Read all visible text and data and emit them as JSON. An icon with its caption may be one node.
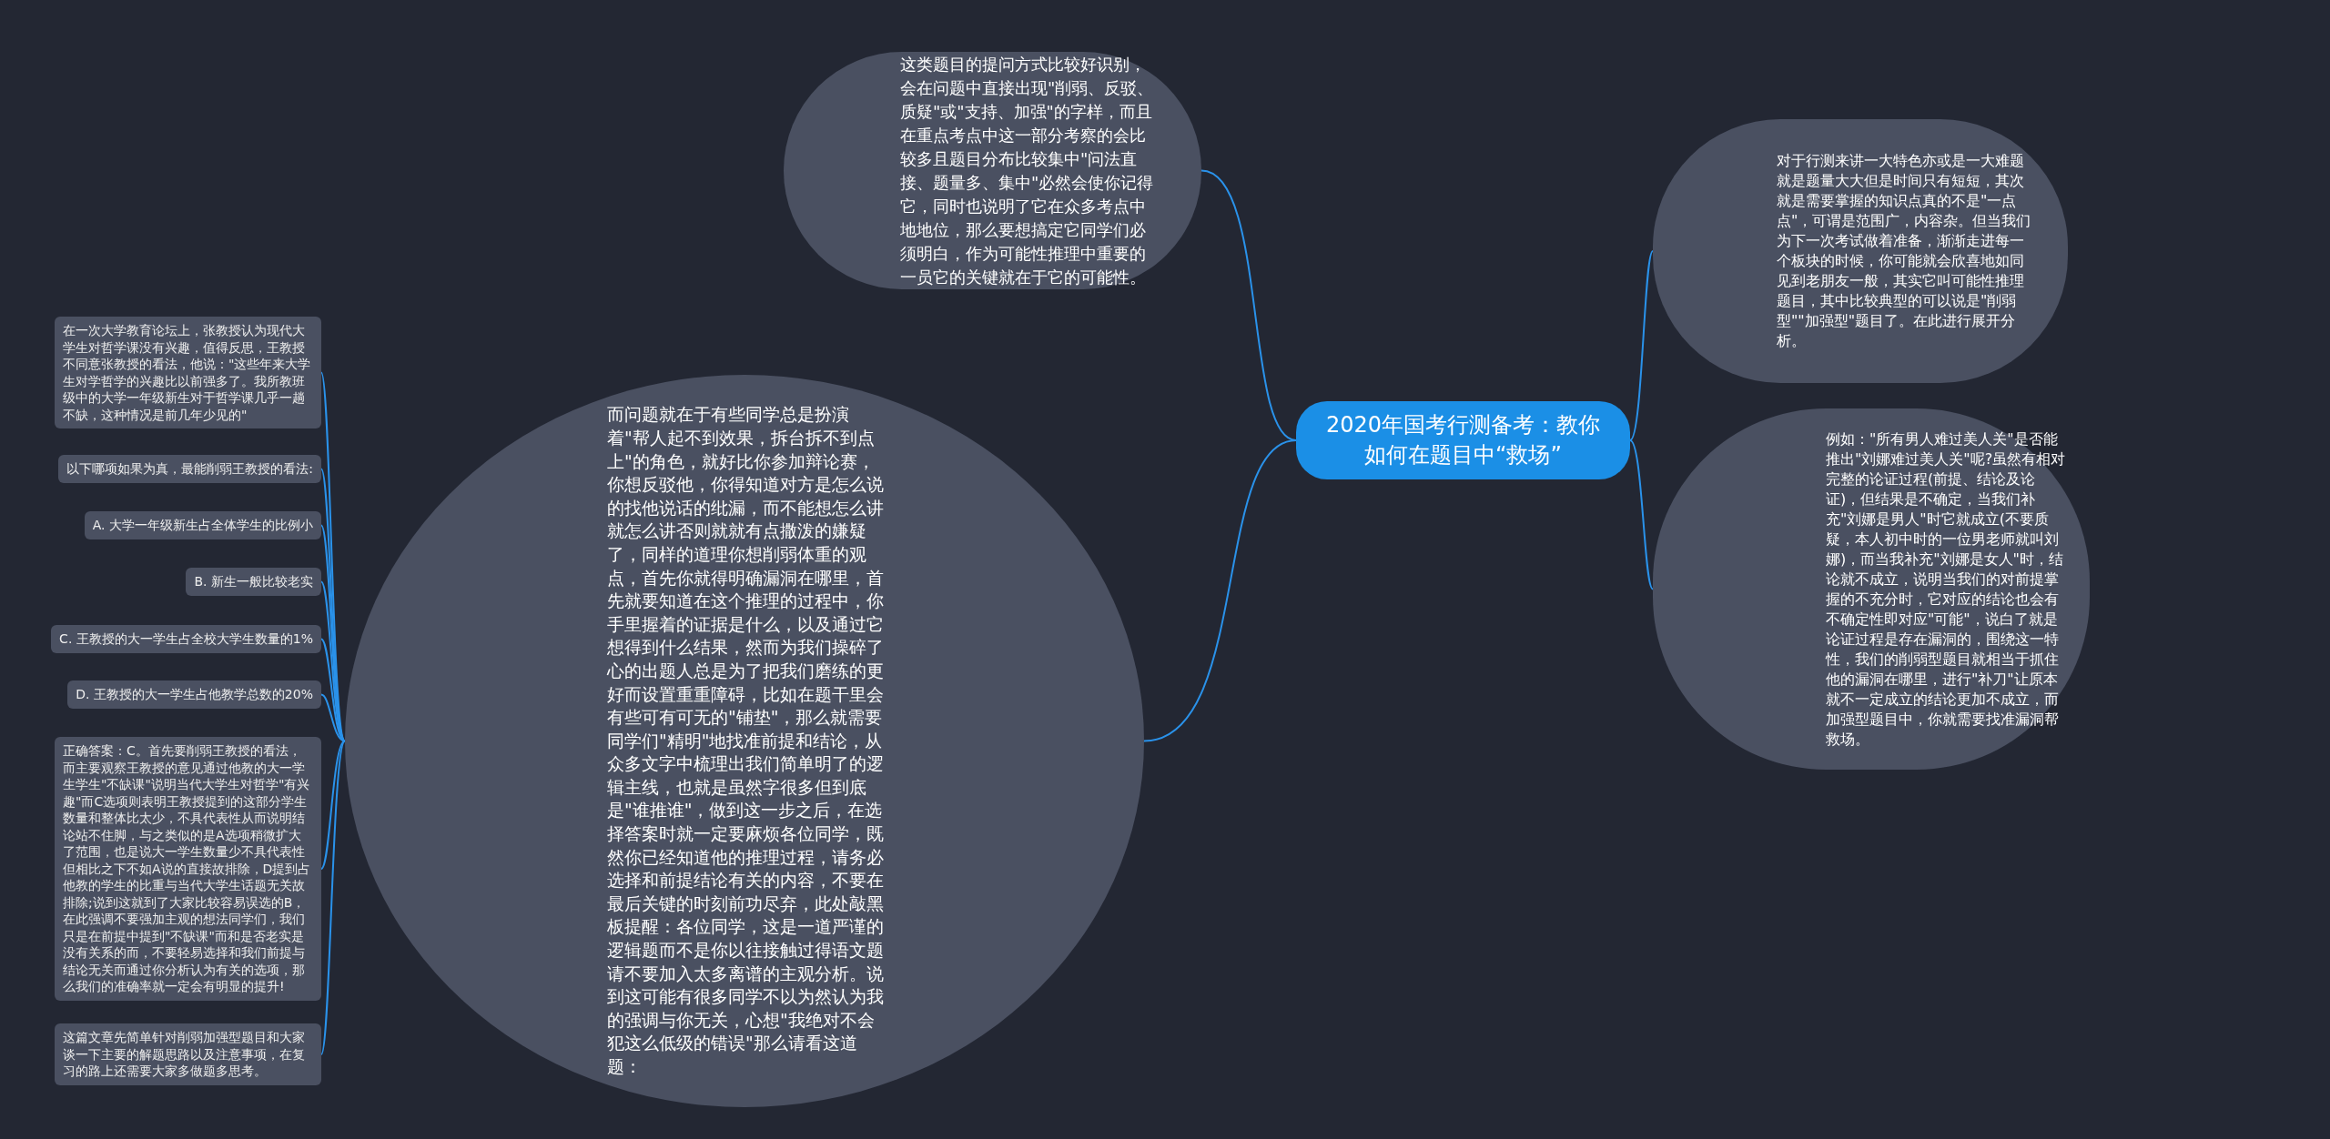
{
  "diagram": {
    "nodes": [
      {
        "text": [
          "2020年国考行测备考：教你如何在题目中“救场”"
        ]
      },
      {
        "text": [
          "这类题目的提问方式比较好识别，会在问题中直接出现\"削弱、反驳、质疑\"或\"支持、加强\"的字样，而且在重点考点中这一部分考察的会比较多且题目分布比较集中\"问法直接、题量多、集中\"必然会使你记得它，同时也说明了它在众多考点中地地位，那么要想搞定它同学们必须明白，作为可能性推理中重要的一员它的关键就在于它的可能性。"
        ]
      },
      {
        "text": [
          "对于行测来讲一大特色亦或是一大难题就是题量大大但是时间只有短短，其次就是需要掌握的知识点真的不是\"一点点\"，可谓是范围广，内容杂。但当我们为下一次考试做着准备，渐渐走进每一个板块的时候，你可能就会欣喜地如同见到老朋友一般，其实它叫可能性推理题目，其中比较典型的可以说是\"削弱型\"\"加强型\"题目了。在此进行展开分析。"
        ]
      },
      {
        "text": [
          "例如：\"所有男人难过美人关\"是否能推出\"刘娜难过美人关\"呢?虽然有相对完整的论证过程(前提、结论及论证)，但结果是不确定，当我们补充\"刘娜是男人\"时它就成立(不要质疑，本人初中时的一位男老师就叫刘娜)，而当我补充\"刘娜是女人\"时，结论就不成立，说明当我们的对前提掌握的不充分时，它对应的结论也会有不确定性即对应\"可能\"，说白了就是论证过程是存在漏洞的，围绕这一特性，我们的削弱型题目就相当于抓住他的漏洞在哪里，进行\"补刀\"让原本就不一定成立的结论更加不成立，而加强型题目中，你就需要找准漏洞帮救场。"
        ]
      },
      {
        "text": [
          "而问题就在于有些同学总是扮演着\"帮人起不到效果，拆台拆不到点上\"的角色，就好比你参加辩论赛，你想反驳他，你得知道对方是怎么说的找他说话的纰漏，而不能想怎么讲就怎么讲否则就就有点撒泼的嫌疑了，同样的道理你想削弱体重的观点，首先你就得明确漏洞在哪里，首先就要知道在这个推理的过程中，你手里握着的证据是什么，以及通过它想得到什么结果，然而为我们操碎了心的出题人总是为了把我们磨练的更好而设置重重障碍，比如在题干里会有些可有可无的\"铺垫\"，那么就需要同学们\"精明\"地找准前提和结论，从众多文字中梳理出我们简单明了的逻辑主线，也就是虽然字很多但到底是\"谁推谁\"，做到这一步之后，在选择答案时就一定要麻烦各位同学，既然你已经知道他的推理过程，请务必选择和前提结论有关的内容，不要在最后关键的时刻前功尽弃，此处敲黑板提醒：各位同学，这是一道严谨的逻辑题而不是你以往接触过得语文题请不要加入太多离谱的主观分析。说到这可能有很多同学不以为然认为我的强调与你无关，心想\"我绝对不会犯这么低级的错误\"那么请看这道题："
        ]
      },
      {
        "text": [
          "在一次大学教育论坛上，张教授认为现代大学生对哲学课没有兴趣，值得反思，王教授不同意张教授的看法，他说：\"这些年来大学生对学哲学的兴趣比以前强多了。我所教班级中的大学一年级新生对于哲学课几乎一趟不缺，这种情况是前几年少见的\""
        ]
      },
      {
        "text": [
          "以下哪项如果为真，最能削弱王教授的看法:"
        ]
      },
      {
        "text": [
          "A. 大学一年级新生占全体学生的比例小"
        ]
      },
      {
        "text": [
          "B. 新生一般比较老实"
        ]
      },
      {
        "text": [
          "C. 王教授的大一学生占全校大学生数量的1%"
        ]
      },
      {
        "text": [
          "D. 王教授的大一学生占他教学总数的20%"
        ]
      },
      {
        "text": [
          "正确答案：C。首先要削弱王教授的看法，而主要观察王教授的意见通过他教的大一学生学生\"不缺课\"说明当代大学生对哲学\"有兴趣\"而C选项则表明王教授提到的这部分学生数量和整体比太少，不具代表性从而说明结论站不住脚，与之类似的是A选项稍微扩大了范围，也是说大一学生数量少不具代表性但相比之下不如A说的直接故排除，D提到占他教的学生的比重与当代大学生话题无关故排除;说到这就到了大家比较容易误选的B，在此强调不要强加主观的想法同学们，我们只是在前提中提到\"不缺课\"而和是否老实是没有关系的而，不要轻易选择和我们前提与结论无关而通过你分析认为有关的选项，那么我们的准确率就一定会有明显的提升!"
        ]
      },
      {
        "text": [
          "这篇文章先简单针对削弱加强型题目和大家谈一下主要的解题思路以及注意事项，在复习的路上还需要大家多做题多思考。"
        ]
      }
    ],
    "edges": [
      {
        "from": 0,
        "to": 1,
        "arrow": "none"
      },
      {
        "from": 0,
        "to": 2,
        "arrow": "none"
      },
      {
        "from": 0,
        "to": 3,
        "arrow": "none"
      },
      {
        "from": 0,
        "to": 4,
        "arrow": "none"
      },
      {
        "from": 4,
        "to": 5,
        "arrow": "none"
      },
      {
        "from": 4,
        "to": 6,
        "arrow": "none"
      },
      {
        "from": 4,
        "to": 7,
        "arrow": "none"
      },
      {
        "from": 4,
        "to": 8,
        "arrow": "none"
      },
      {
        "from": 4,
        "to": 9,
        "arrow": "none"
      },
      {
        "from": 4,
        "to": 10,
        "arrow": "none"
      },
      {
        "from": 4,
        "to": 11,
        "arrow": "none"
      },
      {
        "from": 4,
        "to": 12,
        "arrow": "none"
      }
    ]
  }
}
